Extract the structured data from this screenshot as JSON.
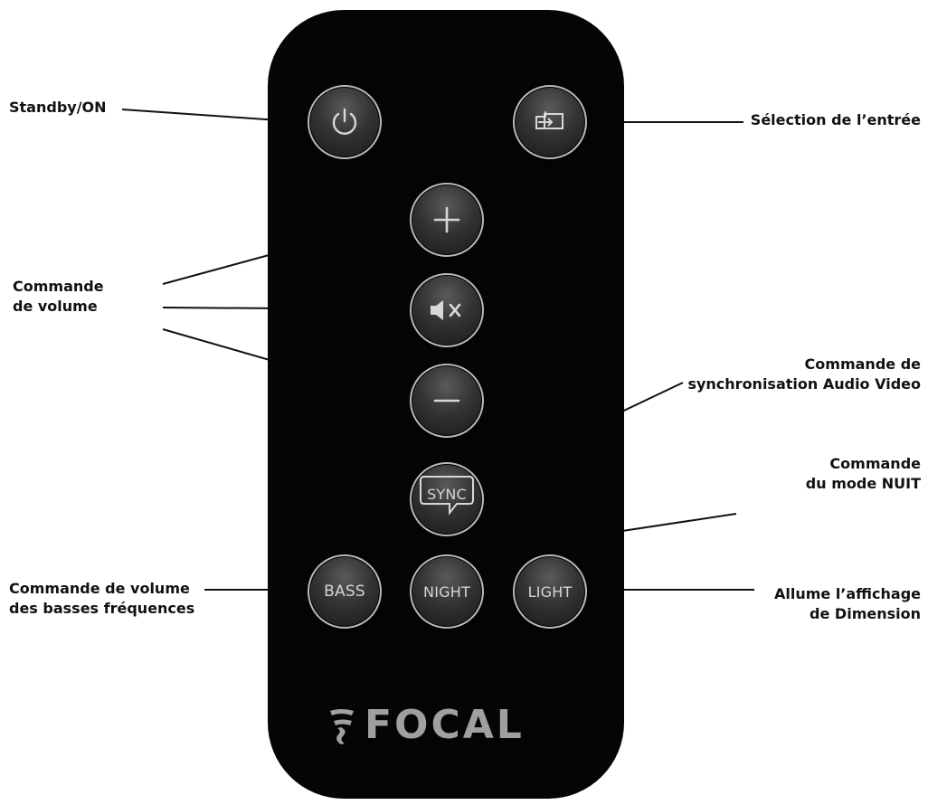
{
  "labels": {
    "standby": "Standby/ON",
    "input": "Sélection de l’entrée",
    "volume_1": "Commande",
    "volume_2": "de volume",
    "sync_1": "Commande de",
    "sync_2": "synchronisation Audio Video",
    "night_1": "Commande",
    "night_2": "du mode NUIT",
    "bass_1": "Commande de volume",
    "bass_2": "des basses fréquences",
    "light_1": "Allume l’affichage",
    "light_2": "de Dimension"
  },
  "buttons": {
    "sync": "SYNC",
    "bass": "BASS",
    "night": "NIGHT",
    "light": "LIGHT"
  },
  "brand": {
    "name": "FOCAL"
  },
  "icons": {
    "power": "power-icon",
    "input": "input-source-icon",
    "plus": "plus-icon",
    "mute": "mute-icon",
    "minus": "minus-icon",
    "logo_mark": "focal-logo-mark-icon"
  },
  "colors": {
    "remote_body": "#050505",
    "button_ring": "#b9b9b9",
    "button_text": "#d8d8d8",
    "logo": "#a0a0a0",
    "label_text": "#111111"
  }
}
